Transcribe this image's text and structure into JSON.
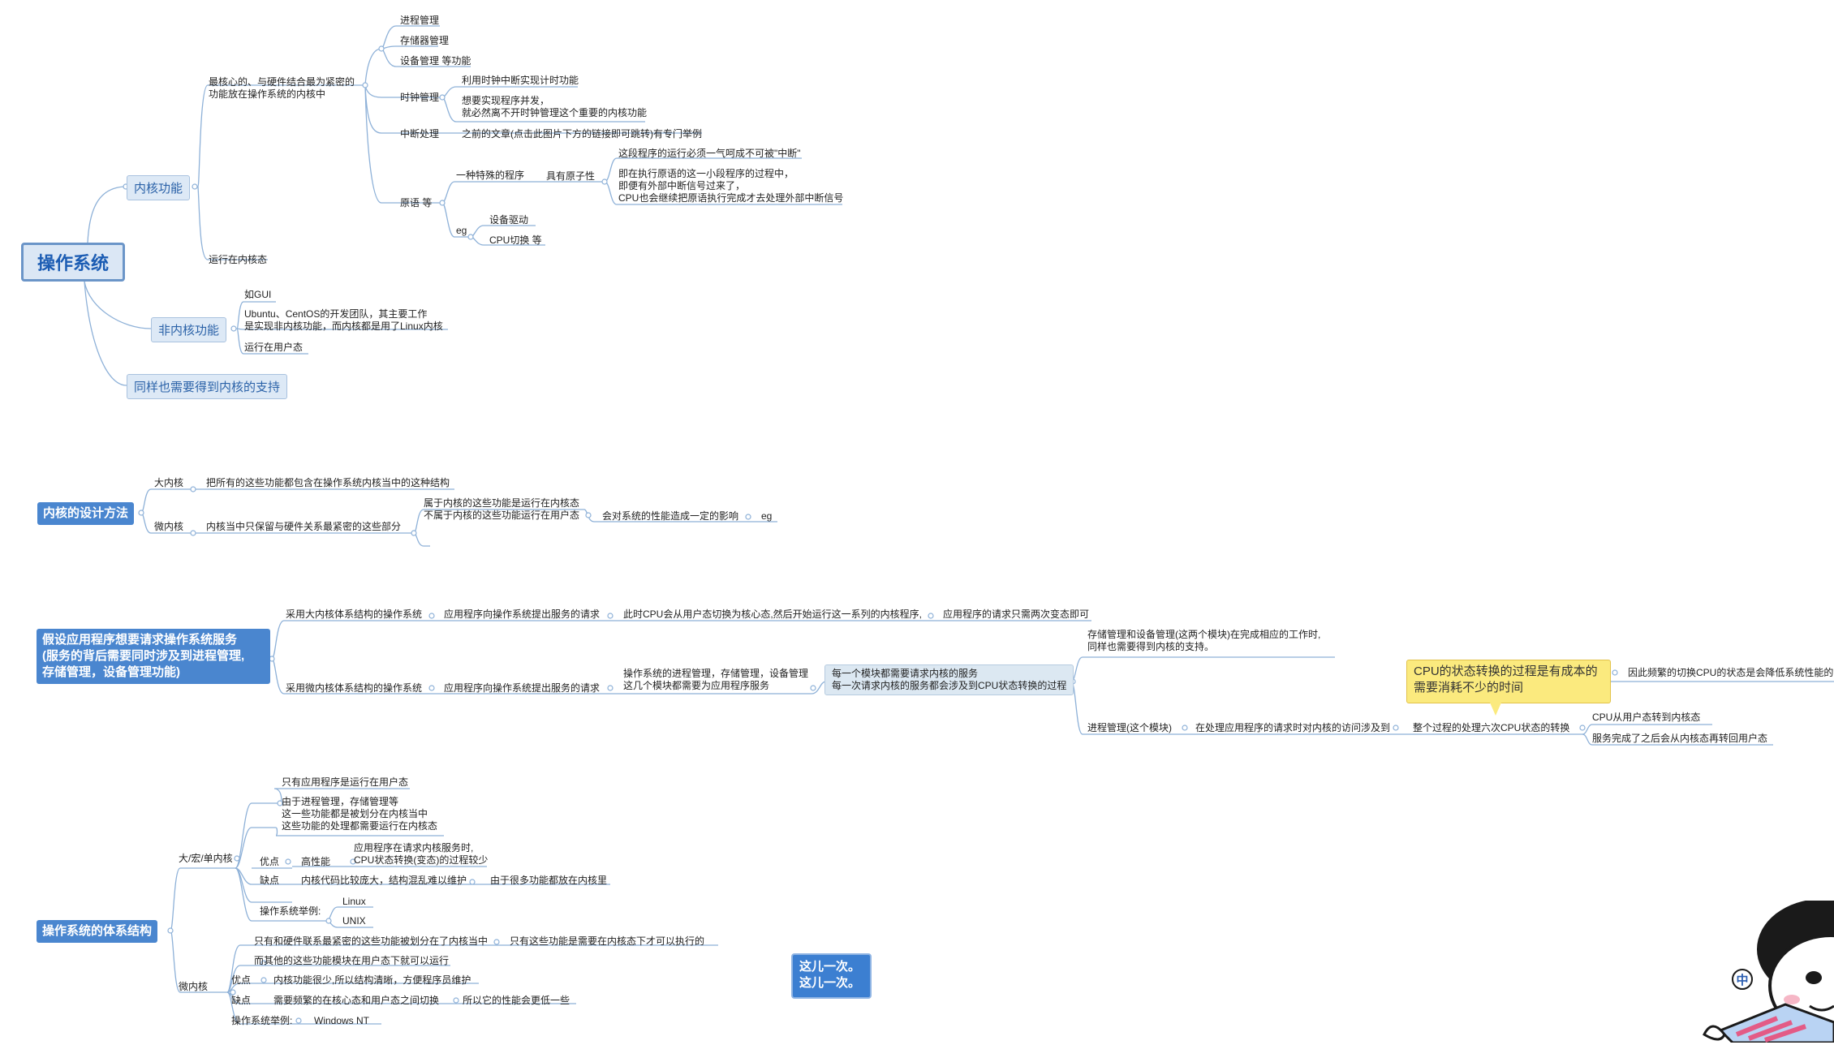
{
  "colors": {
    "link": "#8eb1d8",
    "topic_fill": "#4a86cf",
    "root_border": "#6b95c8",
    "callout_fill": "#fbea7e"
  },
  "root": {
    "label": "操作系统"
  },
  "kernel_functions": {
    "label": "内核功能",
    "core_note": "最核心的、与硬件结合最为紧密的\n功能放在操作系统的内核中",
    "process_mgmt": "进程管理",
    "storage_mgmt": "存储器管理",
    "device_mgmt": "设备管理 等功能",
    "clock": {
      "label": "时钟管理",
      "timer": "利用时钟中断实现计时功能",
      "concurrency": "想要实现程序并发，\n就必然离不开时钟管理这个重要的内核功能"
    },
    "interrupt": {
      "label": "中断处理",
      "note": "之前的文章(点击此图片下方的链接即可跳转)有专门举例"
    },
    "primitive": {
      "label": "原语 等",
      "special_program": "一种特殊的程序",
      "atomic": "具有原子性",
      "atomic_note1": "这段程序的运行必须一气呵成不可被\"中断\"",
      "atomic_note2": "即在执行原语的这一小段程序的过程中，\n即便有外部中断信号过来了，\nCPU也会继续把原语执行完成才去处理外部中断信号",
      "eg": "eg",
      "device_driver": "设备驱动",
      "cpu_switch": "CPU切换 等"
    },
    "kernel_mode": "运行在内核态"
  },
  "non_kernel": {
    "label": "非内核功能",
    "gui": "如GUI",
    "ubuntu_note": "Ubuntu、CentOS的开发团队，其主要工作\n是实现非内核功能，而内核都是用了Linux内核",
    "user_mode": "运行在用户态"
  },
  "support": {
    "label": "同样也需要得到内核的支持"
  },
  "design": {
    "label": "内核的设计方法",
    "macro": {
      "label": "大内核",
      "note": "把所有的这些功能都包含在操作系统内核当中的这种结构"
    },
    "micro": {
      "label": "微内核",
      "note": "内核当中只保留与硬件关系最紧密的这些部分",
      "split": "属于内核的这些功能是运行在内核态\n不属于内核的这些功能运行在用户态",
      "perf": "会对系统的性能造成一定的影响",
      "eg": "eg"
    }
  },
  "request": {
    "label": "假设应用程序想要请求操作系统服务\n(服务的背后需要同时涉及到进程管理,\n存储管理，设备管理功能)",
    "macro": {
      "label": "采用大内核体系结构的操作系统",
      "app_request": "应用程序向操作系统提出服务的请求",
      "cpu_switch": "此时CPU会从用户态切换为核心态,然后开始运行这一系列的内核程序,",
      "two_switches": "应用程序的请求只需两次变态即可"
    },
    "micro": {
      "label": "采用微内核体系结构的操作系统",
      "app_request": "应用程序向操作系统提出服务的请求",
      "services": "操作系统的进程管理，存储管理，设备管理\n这几个模块都需要为应用程序服务",
      "each_module": "每一个模块都需要请求内核的服务\n每一次请求内核的服务都会涉及到CPU状态转换的过程",
      "storage_device": "存储管理和设备管理(这两个模块)在完成相应的工作时,\n同样也需要得到内核的支持。",
      "process": "进程管理(这个模块)",
      "kernel_access": "在处理应用程序的请求时对内核的访问涉及到",
      "six_switches": "整个过程的处理六次CPU状态的转换",
      "user_to_kernel": "CPU从用户态转到内核态",
      "kernel_to_user": "服务完成了之后会从内核态再转回用户态",
      "callout": "CPU的状态转换的过程是有成本的\n需要消耗不少的时间",
      "frequent": "因此频繁的切换CPU的状态是会降低系统性能的"
    }
  },
  "arch": {
    "label": "操作系统的体系结构",
    "macro": {
      "label": "大/宏/单内核",
      "only_apps": "只有应用程序是运行在用户态",
      "modules": "由于进程管理，存储管理等\n这一些功能都是被划分在内核当中\n这些功能的处理都需要运行在内核态",
      "pros": "优点",
      "high_perf": "高性能",
      "high_perf_note": "应用程序在请求内核服务时,\nCPU状态转换(变态)的过程较少",
      "cons": "缺点",
      "cons_note": "内核代码比较庞大，结构混乱难以维护",
      "cons_reason": "由于很多功能都放在内核里",
      "examples": "操作系统举例:",
      "linux": "Linux",
      "unix": "UNIX"
    },
    "micro": {
      "label": "微内核",
      "hw_only": "只有和硬件联系最紧密的这些功能被划分在了内核当中",
      "must_kernel": "只有这些功能是需要在内核态下才可以执行的",
      "others_user": "而其他的这些功能模块在用户态下就可以运行",
      "pros": "优点",
      "pros_note": "内核功能很少,所以结构清晰，方便程序员维护",
      "cons": "缺点",
      "cons_note": "需要频繁的在核心态和用户态之间切换",
      "cons_reason": "所以它的性能会更低一些",
      "examples": "操作系统举例:",
      "windows": "Windows NT"
    }
  },
  "note_box": {
    "text": "这儿一次。\n这儿一次。"
  },
  "mascot": {
    "badge": "中"
  }
}
